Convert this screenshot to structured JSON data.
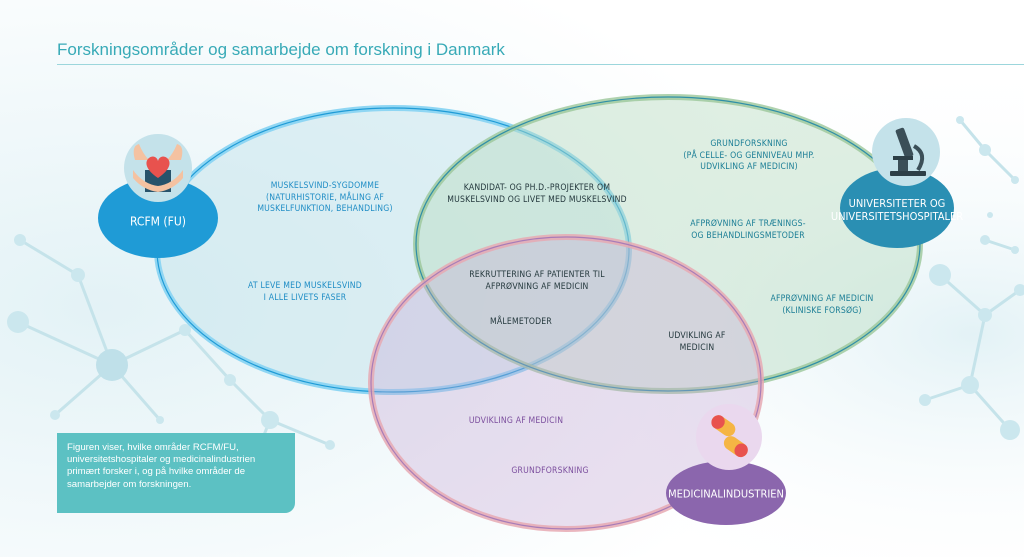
{
  "title": "Forskningsområder og samarbejde om forskning i Danmark",
  "colors": {
    "title": "#38aab7",
    "rcfm": "#1f9bd6",
    "universities": "#2a8fb3",
    "industry": "#8b66ad",
    "note_box": "#5cc1c3"
  },
  "groups": {
    "rcfm": {
      "label": "RCFM (FU)",
      "icon": "heart-in-hands-icon"
    },
    "universities": {
      "label_lines": [
        "Universiteter og",
        "universitetshospitaler"
      ],
      "icon": "microscope-icon"
    },
    "industry": {
      "label": "Medicinalindustrien",
      "icon": "pills-icon"
    }
  },
  "areas": {
    "rcfm_only": [
      {
        "lines": [
          "Muskelsvind-sygdomme",
          "(naturhistorie, måling af",
          "muskelfunktion, behandling)"
        ]
      },
      {
        "lines": [
          "At leve med muskelsvind",
          "i alle livets faser"
        ]
      }
    ],
    "rcfm_universities": {
      "lines": [
        "Kandidat- og ph.d.-projekter om",
        "muskelsvind og livet med muskelsvind"
      ]
    },
    "all_three": {
      "lines": [
        "Rekruttering af patienter til",
        "afprøvning af medicin"
      ]
    },
    "rcfm_industry": {
      "lines": [
        "Målemetoder"
      ]
    },
    "universities_industry": {
      "lines": [
        "Udvikling af",
        "medicin"
      ]
    },
    "universities_only": [
      {
        "lines": [
          "Grundforskning",
          "(på celle- og genniveau mhp.",
          "udvikling af medicin)"
        ]
      },
      {
        "lines": [
          "Afprøvning af trænings-",
          "og behandlingsmetoder"
        ]
      },
      {
        "lines": [
          "Afprøvning af medicin",
          "(kliniske forsøg)"
        ]
      }
    ],
    "industry_only": [
      {
        "lines": [
          "Udvikling af medicin"
        ]
      },
      {
        "lines": [
          "Grundforskning"
        ]
      }
    ]
  },
  "note": "Figuren viser, hvilke områder RCFM/FU, universitetshospitaler og medicinalindustrien primært forsker i, og på hvilke områder de samarbejder om forskningen."
}
